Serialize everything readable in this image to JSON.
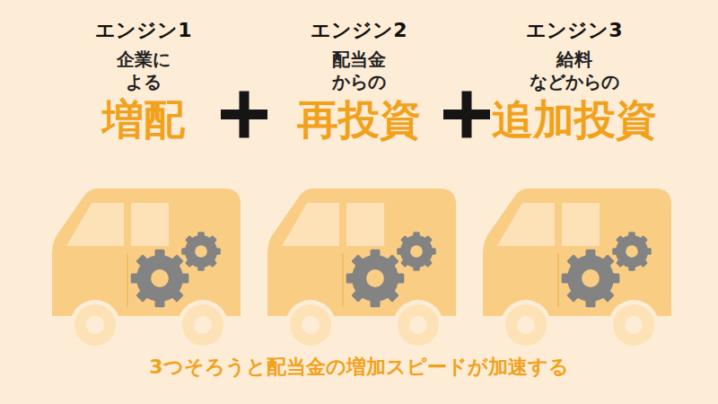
{
  "diagram": {
    "caption": "3つそろうと配当金の増加スピードが加速する",
    "nodes": [
      {
        "text": [
          "エンジン1",
          "企業に よる",
          "増配"
        ]
      },
      {
        "text": [
          "エンジン2",
          "配当金 からの",
          "再投資"
        ]
      },
      {
        "text": [
          "エンジン3",
          "給料 などからの",
          "追加投資"
        ]
      }
    ]
  }
}
